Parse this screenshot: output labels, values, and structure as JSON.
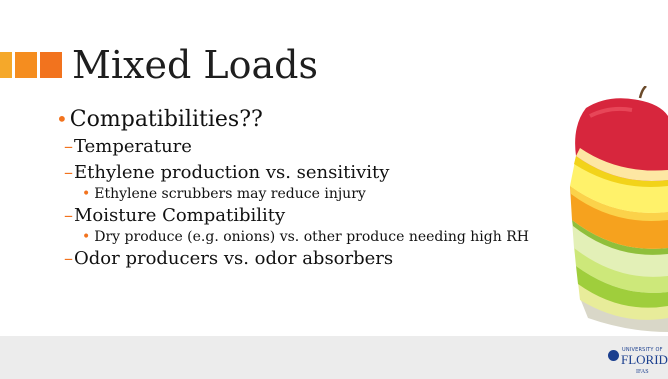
{
  "slide": {
    "title": "Mixed Loads",
    "bullets": [
      {
        "level": 1,
        "marker": "•",
        "text": "Compatibilities??"
      },
      {
        "level": 2,
        "marker": "–",
        "text": "Temperature"
      },
      {
        "level": 2,
        "marker": "–",
        "text": "Ethylene production vs. sensitivity"
      },
      {
        "level": 3,
        "marker": "•",
        "text": "Ethylene scrubbers may reduce injury"
      },
      {
        "level": 2,
        "marker": "–",
        "text": "Moisture Compatibility"
      },
      {
        "level": 3,
        "marker": "•",
        "text": "Dry produce (e.g. onions) vs. other produce needing high RH"
      },
      {
        "level": 2,
        "marker": "–",
        "text": "Odor producers vs. odor absorbers"
      }
    ]
  },
  "logo": {
    "small_text": "UNIVERSITY OF",
    "main_text": "FLORIDA",
    "sub_text": "IFAS"
  },
  "colors": {
    "accent_orange": "#f2731e",
    "accent_light_orange": "#f5a82a",
    "footer_gray": "#ececec",
    "logo_blue": "#1b3f8f"
  },
  "icons": {
    "title_marker": "orange-square-blocks",
    "fruit_image": "sliced-fruit-stack"
  }
}
